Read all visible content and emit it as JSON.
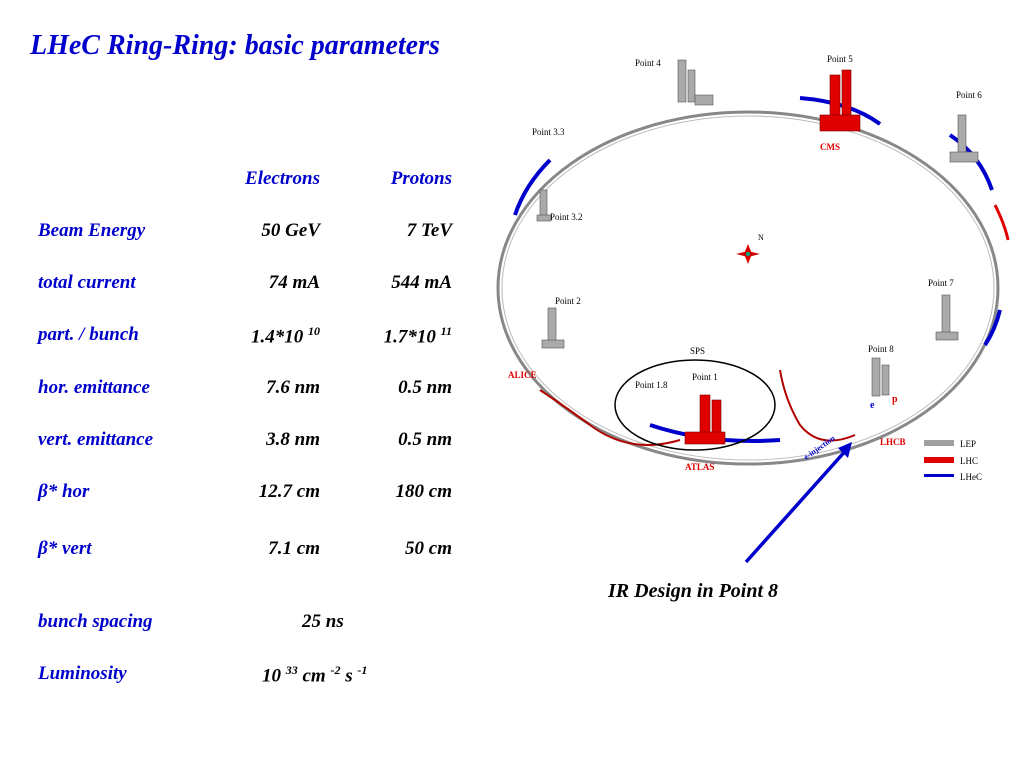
{
  "title": "LHeC Ring-Ring: basic parameters",
  "columns": {
    "electrons": "Electrons",
    "protons": "Protons"
  },
  "rows": [
    {
      "label": "Beam Energy",
      "electrons": "50 GeV",
      "protons": "7 TeV"
    },
    {
      "label": "total current",
      "electrons": "74 mA",
      "protons": "544 mA"
    },
    {
      "label": "part. / bunch",
      "electrons_base": "1.4*10",
      "electrons_exp": "10",
      "protons_base": "1.7*10",
      "protons_exp": "11"
    },
    {
      "label": "hor. emittance",
      "electrons": "7.6 nm",
      "protons": "0.5 nm"
    },
    {
      "label": "vert. emittance",
      "electrons": "3.8 nm",
      "protons": "0.5 nm"
    },
    {
      "label": "β* hor",
      "electrons": "12.7 cm",
      "protons": "180 cm"
    },
    {
      "label": "β* vert",
      "electrons": "7.1 cm",
      "protons": "50 cm"
    }
  ],
  "bunch_spacing": {
    "label": "bunch spacing",
    "value": "25 ns"
  },
  "luminosity": {
    "label": "Luminosity",
    "base": "10",
    "exp1": "33",
    "unit1": "cm",
    "exp2": "-2",
    "unit2": "s",
    "exp3": "-1"
  },
  "diagram": {
    "points": [
      "Point 4",
      "Point 5",
      "Point 6",
      "Point 3.3",
      "Point 3.2",
      "Point 7",
      "Point 2",
      "Point 8",
      "Point 1",
      "Point 1.8"
    ],
    "experiments": [
      "CMS",
      "ALICE",
      "ATLAS",
      "LHCB"
    ],
    "sps_label": "SPS",
    "injection_label": "e-injection",
    "beam_labels": [
      "e",
      "p"
    ],
    "legend": [
      {
        "label": "LEP",
        "color": "#a0a0a0"
      },
      {
        "label": "LHC",
        "color": "#e00000"
      },
      {
        "label": "LHeC",
        "color": "#0000cc"
      }
    ],
    "compass": "N"
  },
  "caption": "IR Design in Point 8"
}
